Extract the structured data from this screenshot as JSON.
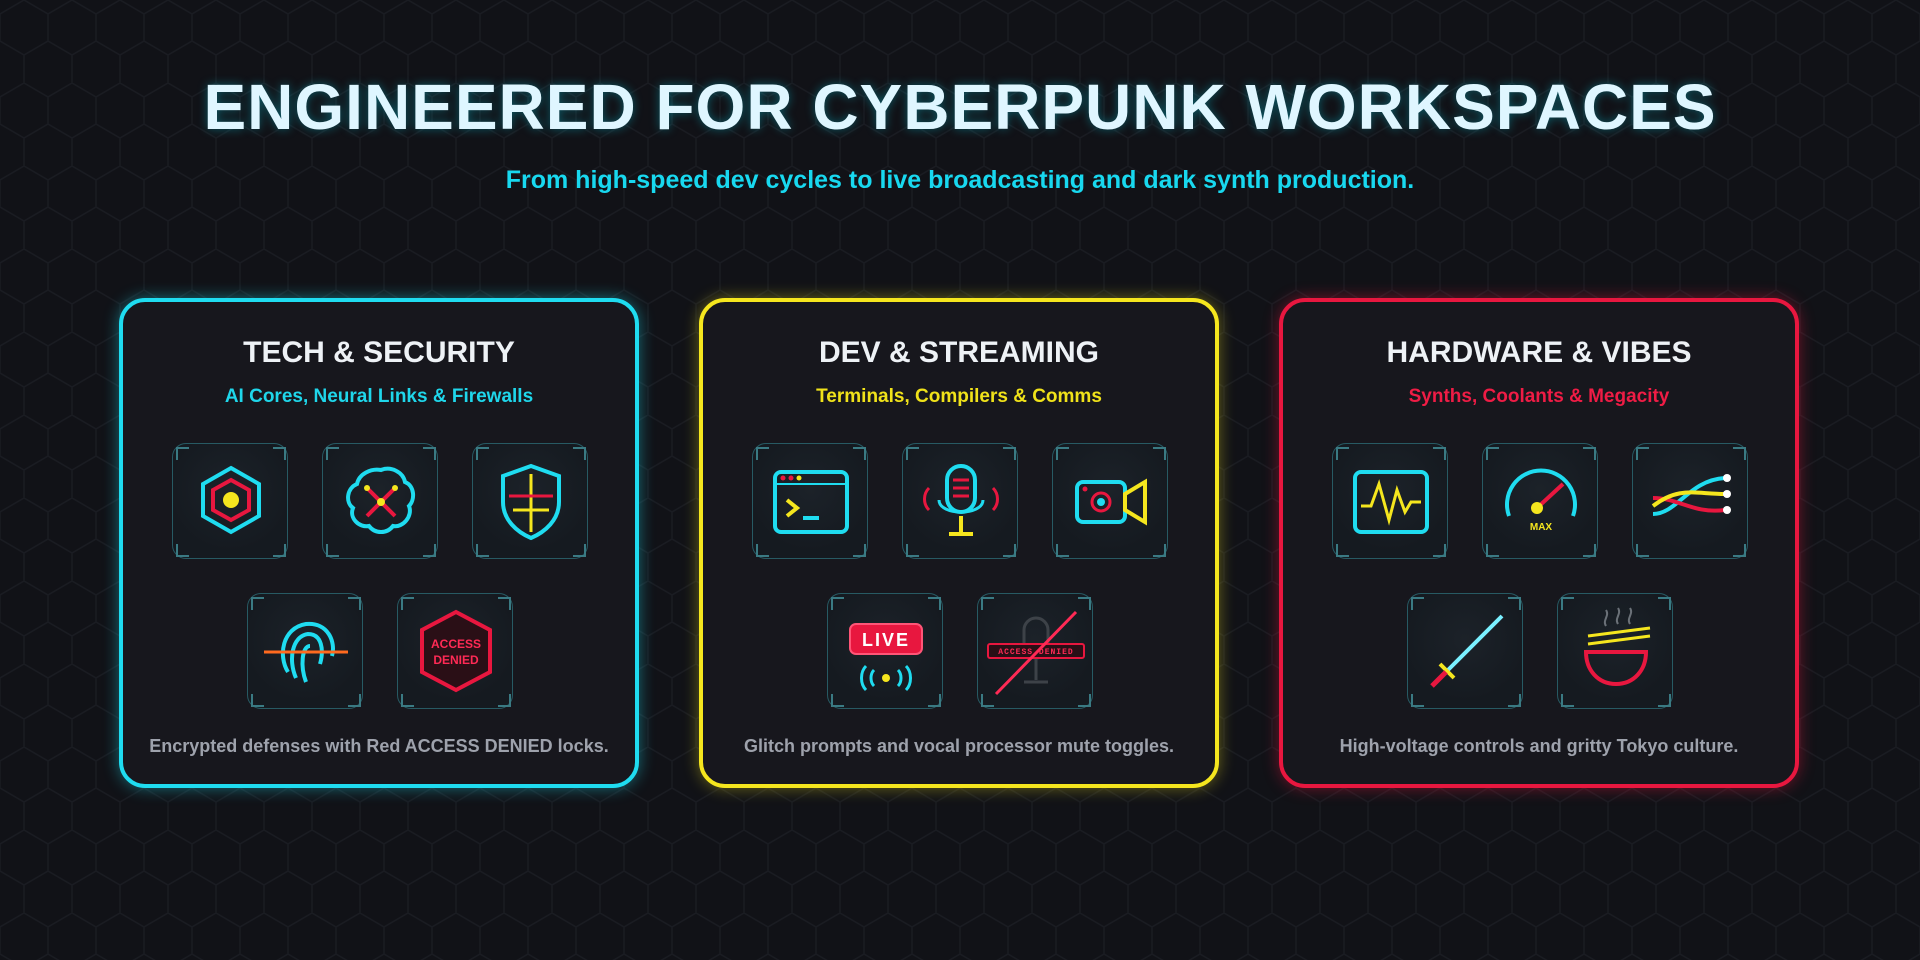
{
  "header": {
    "title": "ENGINEERED FOR CYBERPUNK WORKSPACES",
    "subtitle": "From high-speed dev cycles to live broadcasting and dark synth production."
  },
  "colors": {
    "background": "#111217",
    "cyan": "#1fdcf0",
    "yellow": "#f5e61e",
    "red": "#e8173f",
    "panel": "#17171d"
  },
  "panels": [
    {
      "title": "TECH & SECURITY",
      "subtitle": "AI Cores, Neural Links & Firewalls",
      "description": "Encrypted defenses with Red ACCESS DENIED locks.",
      "icons": [
        "ai-core-hexagon-icon",
        "neural-link-brain-icon",
        "firewall-shield-icon",
        "fingerprint-scan-icon",
        "access-denied-hexagon-icon"
      ],
      "badge_line1": "ACCESS",
      "badge_line2": "DENIED"
    },
    {
      "title": "DEV & STREAMING",
      "subtitle": "Terminals, Compilers & Comms",
      "description": "Glitch prompts and vocal processor mute toggles.",
      "icons": [
        "terminal-window-icon",
        "podcast-microphone-icon",
        "video-camera-icon",
        "live-broadcast-icon",
        "muted-microphone-icon"
      ],
      "live_label": "LIVE",
      "muted_label": "ACCESS DENIED"
    },
    {
      "title": "HARDWARE & VIBES",
      "subtitle": "Synths, Coolants & Megacity",
      "description": "High-voltage controls and gritty Tokyo culture.",
      "icons": [
        "oscilloscope-waveform-icon",
        "speed-gauge-icon",
        "patch-cables-icon",
        "katana-sword-icon",
        "ramen-bowl-icon"
      ],
      "gauge_label": "MAX"
    }
  ]
}
